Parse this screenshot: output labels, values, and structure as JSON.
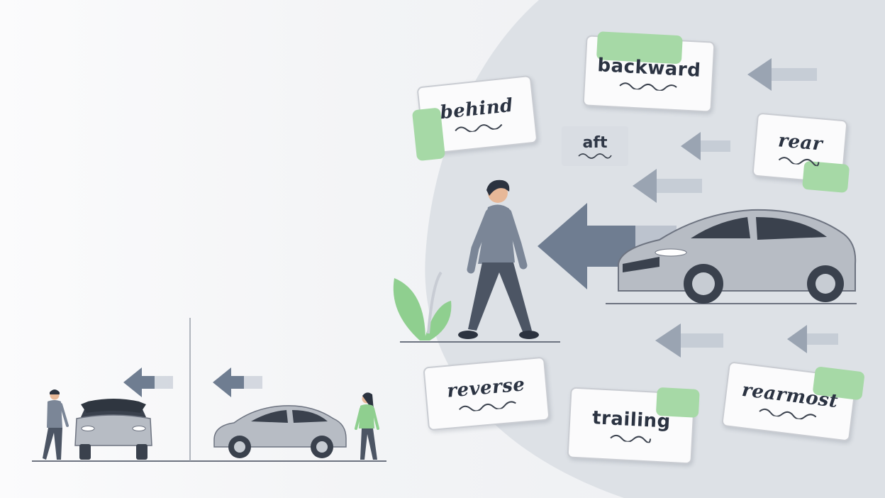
{
  "words": {
    "backward": "backward",
    "behind": "behind",
    "aft": "aft",
    "rear": "rear",
    "reverse": "reverse",
    "trailing": "trailing",
    "rearmost": "rearmost"
  },
  "colors": {
    "bubble": "#dde1e6",
    "arrow": "#6f7d91",
    "car_body": "#b7bcc4",
    "car_dark": "#3a414d",
    "person_shirt": "#7b8697",
    "person_pants": "#4c5564",
    "skin": "#e7b898",
    "hair": "#2c3340",
    "leaf": "#8fcf8f",
    "card_accent": "#a6d9a6",
    "woman_shirt": "#8fcf8f"
  },
  "icons": [
    "arrow-left-icon",
    "car-icon",
    "person-icon",
    "leaf-icon"
  ]
}
